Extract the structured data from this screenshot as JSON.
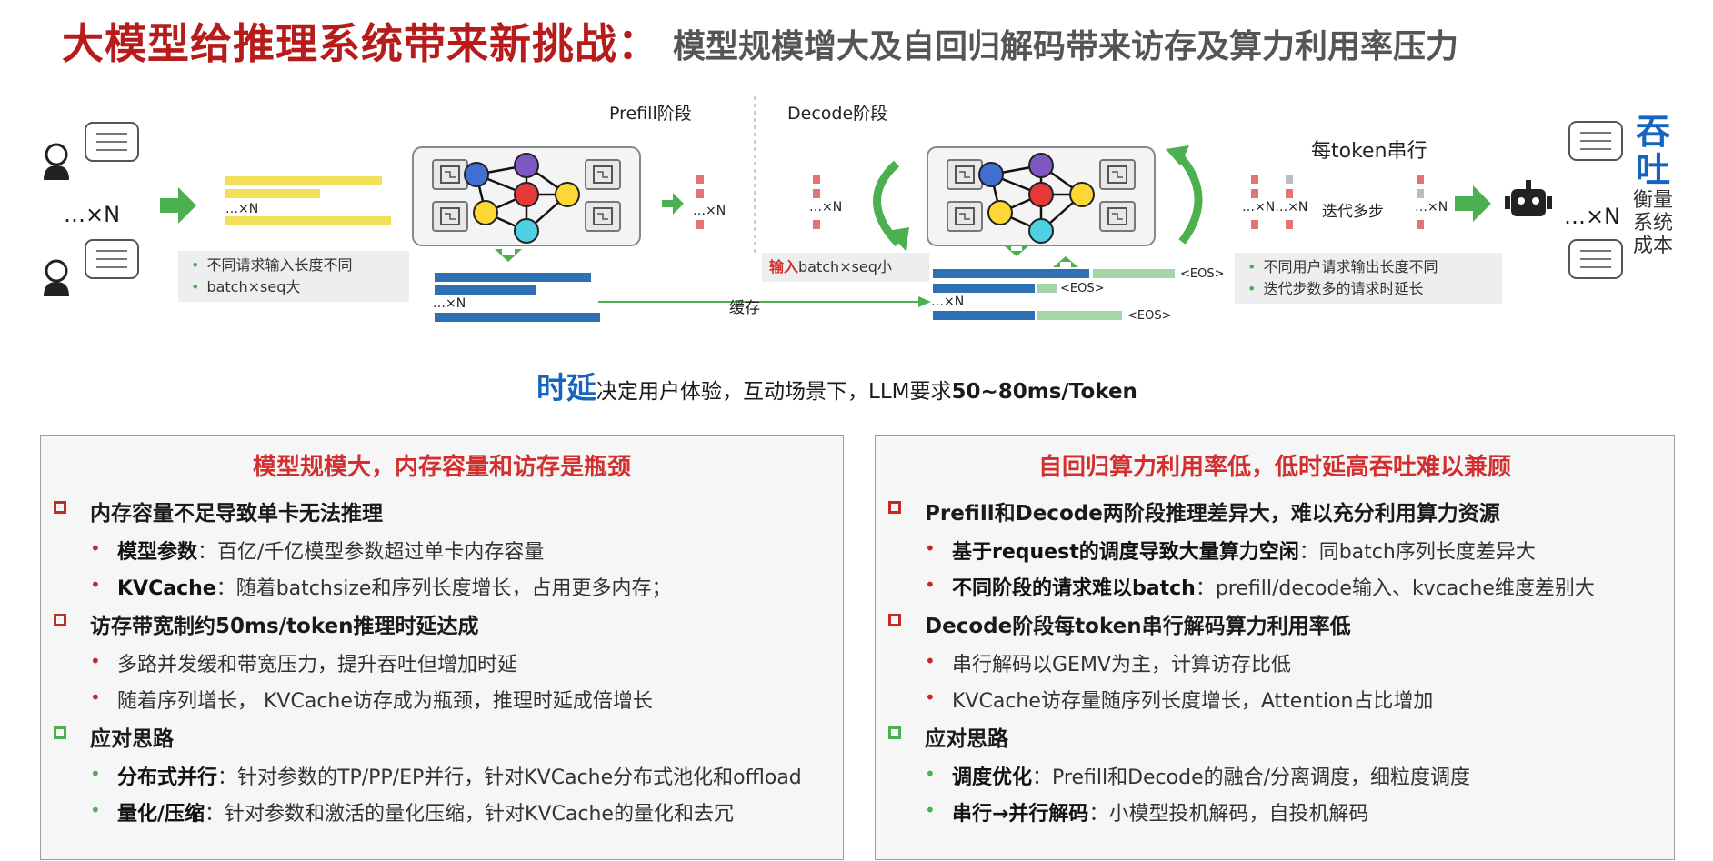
{
  "title": {
    "main": "大模型给推理系统带来新挑战：",
    "sub": "模型规模增大及自回归解码带来访存及算力利用率压力"
  },
  "diagram": {
    "prefill_label": "Prefill阶段",
    "decode_label": "Decode阶段",
    "per_token_label": "每token串行",
    "multiplier_N": "…×N",
    "multiplier_N_small": "…×N",
    "multiplier_N_mid": "…×N…×N",
    "iter_label": "迭代多步",
    "cache_label": "缓存",
    "eos": "<EOS>",
    "left_notes": [
      "不同请求输入长度不同",
      "batch×seq大"
    ],
    "decode_input_prefix": "输入",
    "decode_input_rest": "batch×seq小",
    "right_notes": [
      "不同用户请求输出长度不同",
      "迭代步数多的请求时延长"
    ],
    "vertical_title_strong": "吞吐",
    "vertical_title_rest": "衡量系统成本",
    "colors": {
      "blue_block": "#2f6fb3",
      "green_block": "#a5d6a7",
      "yellow_block": "#f3e05a",
      "red_block": "#e57373",
      "arrow_green": "#4caf50",
      "node_blue": "#3f6fd1",
      "node_purple": "#7e57c2",
      "node_red": "#e53935",
      "node_yellow": "#fdd835",
      "node_cyan": "#4dd0e1"
    }
  },
  "latency": {
    "key": "时延",
    "text": "决定用户体验，互动场景下，LLM要求",
    "bold": "50~80ms/Token"
  },
  "left_panel": {
    "title": "模型规模大，内存容量和访存是瓶颈",
    "sections": [
      {
        "heading": "内存容量不足导致单卡无法推理",
        "items": [
          {
            "bold": "模型参数",
            "text": "：百亿/千亿模型参数超过单卡内存容量"
          },
          {
            "bold": "KVCache",
            "text": "：随着batchsize和序列长度增长，占用更多内存；"
          }
        ]
      },
      {
        "heading": "访存带宽制约50ms/token推理时延达成",
        "items": [
          {
            "bold": "",
            "text": "多路并发缓和带宽压力，提升吞吐但增加时延"
          },
          {
            "bold": "",
            "text": "随着序列增长， KVCache访存成为瓶颈，推理时延成倍增长"
          }
        ]
      },
      {
        "heading": "应对思路",
        "items": [
          {
            "bold": "分布式并行",
            "text": "：针对参数的TP/PP/EP并行，针对KVCache分布式池化和offload"
          },
          {
            "bold": "量化/压缩",
            "text": "：针对参数和激活的量化压缩，针对KVCache的量化和去冗"
          }
        ]
      }
    ]
  },
  "right_panel": {
    "title": "自回归算力利用率低，低时延高吞吐难以兼顾",
    "sections": [
      {
        "heading": "Prefill和Decode两阶段推理差异大，难以充分利用算力资源",
        "items": [
          {
            "bold": "基于request的调度导致大量算力空闲",
            "text": "：同batch序列长度差异大"
          },
          {
            "bold": "不同阶段的请求难以batch",
            "text": "：prefill/decode输入、kvcache维度差别大"
          }
        ]
      },
      {
        "heading": "Decode阶段每token串行解码算力利用率低",
        "items": [
          {
            "bold": "",
            "text": "串行解码以GEMV为主，计算访存比低"
          },
          {
            "bold": "",
            "text": "KVCache访存量随序列长度增长，Attention占比增加"
          }
        ]
      },
      {
        "heading": "应对思路",
        "items": [
          {
            "bold": "调度优化",
            "text": "：Prefill和Decode的融合/分离调度，细粒度调度"
          },
          {
            "bold": "串行→并行解码",
            "text": "：小模型投机解码，自投机解码"
          }
        ]
      }
    ]
  }
}
